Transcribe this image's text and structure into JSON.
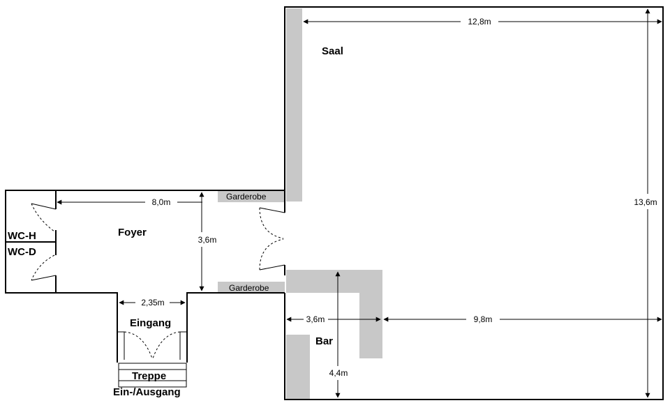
{
  "rooms": {
    "saal": "Saal",
    "foyer": "Foyer",
    "wc_h": "WC-H",
    "wc_d": "WC-D",
    "eingang": "Eingang",
    "treppe": "Treppe",
    "ein_ausgang": "Ein-/Ausgang",
    "bar": "Bar"
  },
  "fixtures": {
    "garderobe_top": "Garderobe",
    "garderobe_bottom": "Garderobe"
  },
  "dimensions": {
    "saal_width": "12,8m",
    "saal_height": "13,6m",
    "foyer_width": "8,0m",
    "foyer_height": "3,6m",
    "eingang_width": "2,35m",
    "bar_width": "3,6m",
    "bar_to_wall": "9,8m",
    "bar_depth": "4,4m"
  },
  "colors": {
    "wall": "#000000",
    "fixture": "#c8c8c8"
  }
}
